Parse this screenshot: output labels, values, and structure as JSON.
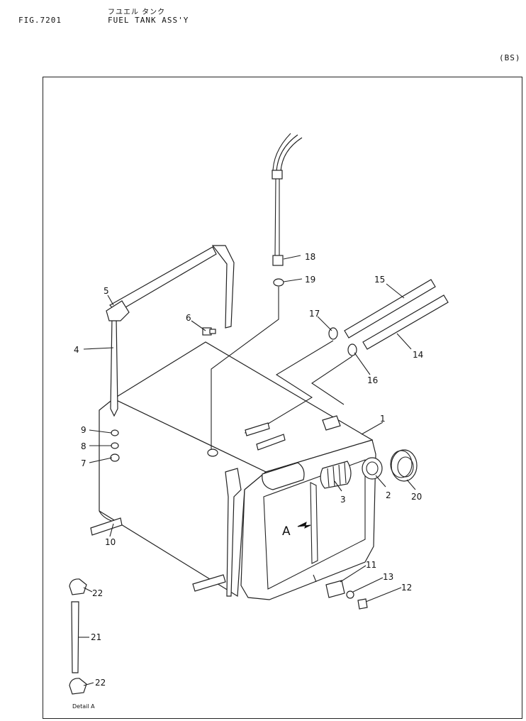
{
  "header": {
    "fig_no": "FIG.7201",
    "title_jp": "フユエル タンク",
    "title": "FUEL TANK ASS'Y",
    "model_code": "(BS)"
  },
  "detail_caption": "Detail A",
  "view_marker": "A",
  "callouts": [
    {
      "id": "p1",
      "label": "1"
    },
    {
      "id": "p2",
      "label": "2"
    },
    {
      "id": "p3",
      "label": "3"
    },
    {
      "id": "p4",
      "label": "4"
    },
    {
      "id": "p5",
      "label": "5"
    },
    {
      "id": "p6",
      "label": "6"
    },
    {
      "id": "p7",
      "label": "7"
    },
    {
      "id": "p8",
      "label": "8"
    },
    {
      "id": "p9",
      "label": "9"
    },
    {
      "id": "p10",
      "label": "10"
    },
    {
      "id": "p11",
      "label": "11"
    },
    {
      "id": "p12",
      "label": "12"
    },
    {
      "id": "p13",
      "label": "13"
    },
    {
      "id": "p14",
      "label": "14"
    },
    {
      "id": "p15",
      "label": "15"
    },
    {
      "id": "p16",
      "label": "16"
    },
    {
      "id": "p17",
      "label": "17"
    },
    {
      "id": "p18",
      "label": "18"
    },
    {
      "id": "p19",
      "label": "19"
    },
    {
      "id": "p20",
      "label": "20"
    },
    {
      "id": "p21",
      "label": "21"
    },
    {
      "id": "p22a",
      "label": "22"
    },
    {
      "id": "p22b",
      "label": "22"
    }
  ]
}
